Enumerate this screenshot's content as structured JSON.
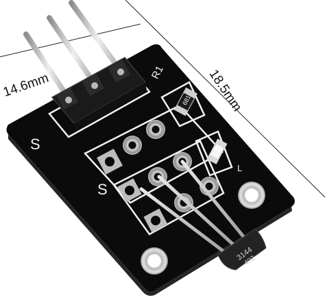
{
  "dimensions": {
    "width_label": "14.6mm",
    "length_label": "18.5mm"
  },
  "pcb_labels": {
    "s_left": "S",
    "s_middle": "S",
    "r1": "R1",
    "r1_value": "681",
    "d_label": "L"
  },
  "sensor": {
    "marking_line1": "3144",
    "marking_line2": "402"
  },
  "colors": {
    "background": "#ffffff",
    "pcb": "#0b0b0b",
    "silkscreen": "#f2f2f2",
    "pin_metal": "#c9c9c9",
    "header_plastic": "#1a1a1a",
    "sensor_body": "#232323"
  }
}
